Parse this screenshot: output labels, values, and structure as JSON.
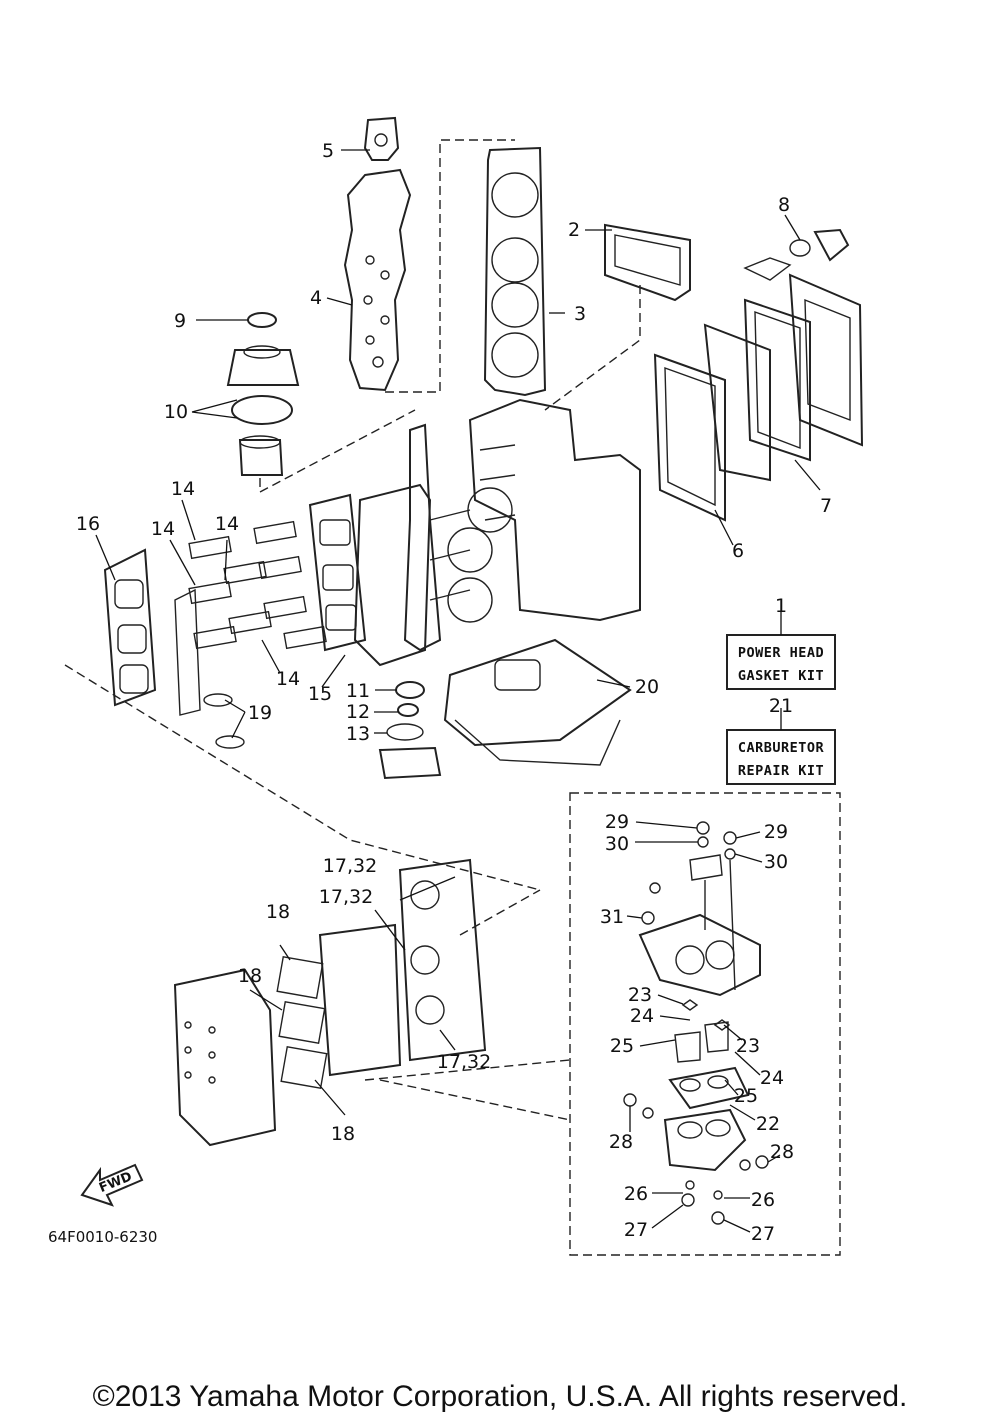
{
  "diagram_code": "64F0010-6230",
  "fwd_label": "FWD",
  "copyright": "©2013 Yamaha Motor Corporation, U.S.A. All rights reserved.",
  "kits": {
    "power_head": {
      "number": "1",
      "line1": "POWER HEAD",
      "line2": "GASKET KIT"
    },
    "carburetor": {
      "number": "21",
      "line1": "CARBURETOR",
      "line2": "REPAIR KIT"
    }
  },
  "callouts": {
    "c2": "2",
    "c3": "3",
    "c4": "4",
    "c5": "5",
    "c6": "6",
    "c7": "7",
    "c8": "8",
    "c9": "9",
    "c10": "10",
    "c11": "11",
    "c12": "12",
    "c13": "13",
    "c14a": "14",
    "c14b": "14",
    "c14c": "14",
    "c14d": "14",
    "c15": "15",
    "c16": "16",
    "c17a": "17,32",
    "c17b": "17,32",
    "c17c": "17,32",
    "c18a": "18",
    "c18b": "18",
    "c18c": "18",
    "c19": "19",
    "c20": "20",
    "c22": "22",
    "c23a": "23",
    "c23b": "23",
    "c24a": "24",
    "c24b": "24",
    "c25a": "25",
    "c25b": "25",
    "c26a": "26",
    "c26b": "26",
    "c27a": "27",
    "c27b": "27",
    "c28a": "28",
    "c28b": "28",
    "c29a": "29",
    "c29b": "29",
    "c30a": "30",
    "c30b": "30",
    "c31": "31"
  }
}
